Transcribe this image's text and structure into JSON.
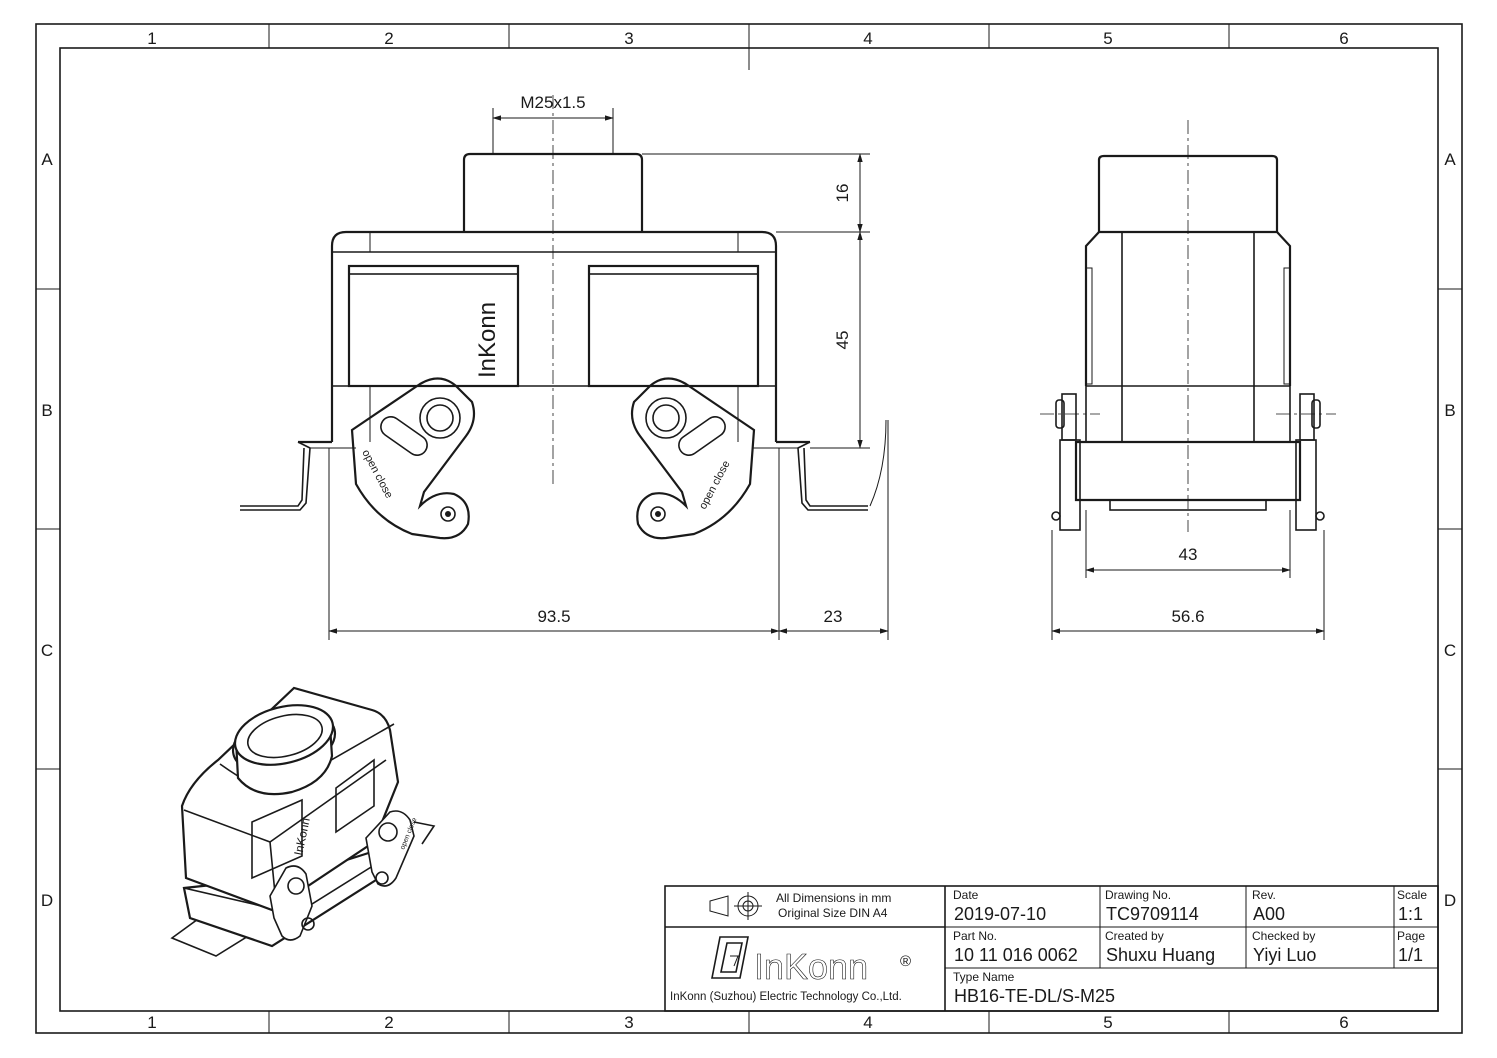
{
  "frame": {
    "columns": [
      "1",
      "2",
      "3",
      "4",
      "5",
      "6"
    ],
    "rows": [
      "A",
      "B",
      "C",
      "D"
    ]
  },
  "front_view": {
    "thread_label": "M25x1.5",
    "brand_text": "InKonn",
    "lever_text_left": "open close",
    "lever_text_right": "open close",
    "dimensions": {
      "entry_height": "16",
      "hood_height": "45",
      "width": "93.5",
      "flange": "23"
    }
  },
  "side_view": {
    "dimensions": {
      "inner_width": "43",
      "outer_width": "56.6"
    }
  },
  "iso_view": {
    "brand_text": "InKonn",
    "lever_text": "open close"
  },
  "title_block": {
    "note_line1": "All Dimensions in mm",
    "note_line2": "Original Size DIN A4",
    "company_logo_text": "InKonn",
    "registered_mark": "®",
    "company_name": "InKonn (Suzhou) Electric Technology Co.,Ltd.",
    "date_label": "Date",
    "date_value": "2019-07-10",
    "drawing_no_label": "Drawing No.",
    "drawing_no_value": "TC9709114",
    "rev_label": "Rev.",
    "rev_value": "A00",
    "scale_label": "Scale",
    "scale_value": "1:1",
    "part_no_label": "Part No.",
    "part_no_value": "10 11 016 0062",
    "created_by_label": "Created by",
    "created_by_value": "Shuxu Huang",
    "checked_by_label": "Checked by",
    "checked_by_value": "Yiyi Luo",
    "page_label": "Page",
    "page_value": "1/1",
    "type_name_label": "Type Name",
    "type_name_value": "HB16-TE-DL/S-M25"
  }
}
